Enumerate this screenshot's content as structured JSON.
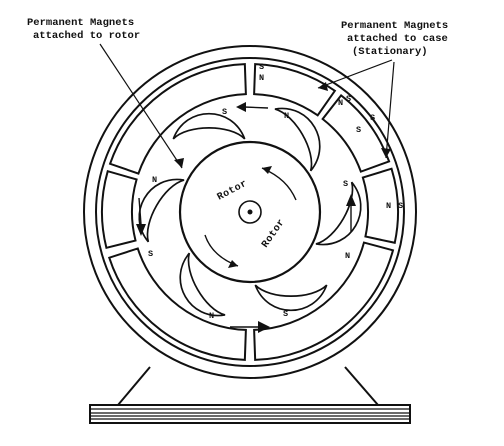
{
  "labels": {
    "rotor_magnets": [
      "Permanent Magnets",
      "attached to rotor"
    ],
    "case_magnets": [
      "Permanent Magnets",
      "attached to case",
      "(Stationary)"
    ],
    "rotor_1": "Rotor",
    "rotor_2": "Rotor"
  },
  "poles": {
    "n": "N",
    "s": "S"
  }
}
